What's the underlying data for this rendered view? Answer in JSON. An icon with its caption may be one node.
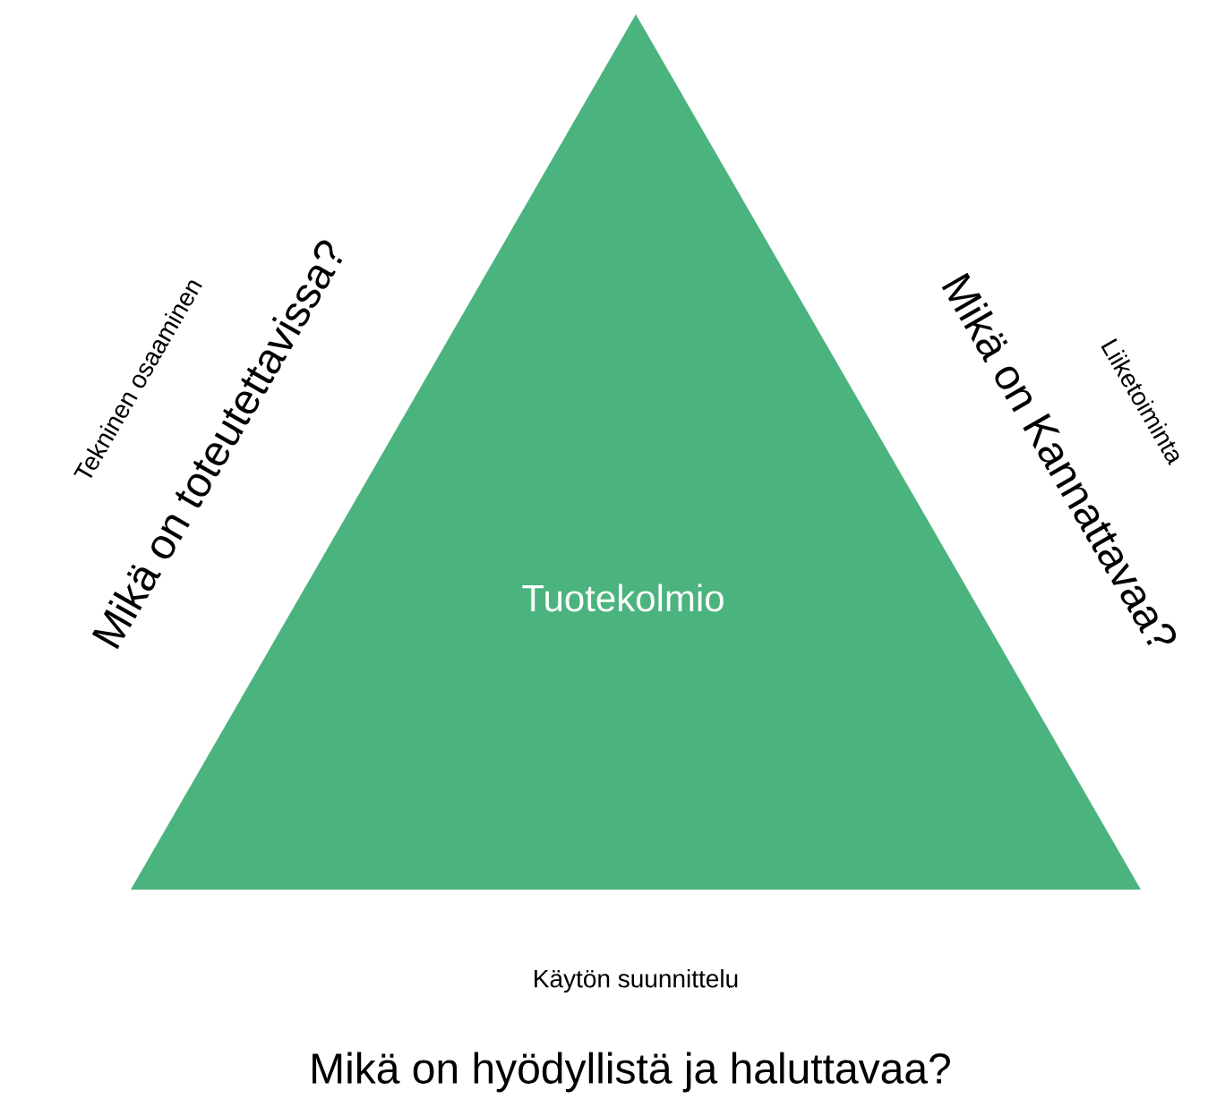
{
  "diagram": {
    "nodes": [
      {
        "text": [
          "Tuotekolmio"
        ]
      }
    ],
    "labels": [
      "Tekninen osaaminen",
      "Mikä on toteutettavissa?",
      "Mikä on Kannattavaa?",
      "Liiketoiminta",
      "Käytön suunnittelu",
      "Mikä on hyödyllistä ja haluttavaa?"
    ]
  }
}
